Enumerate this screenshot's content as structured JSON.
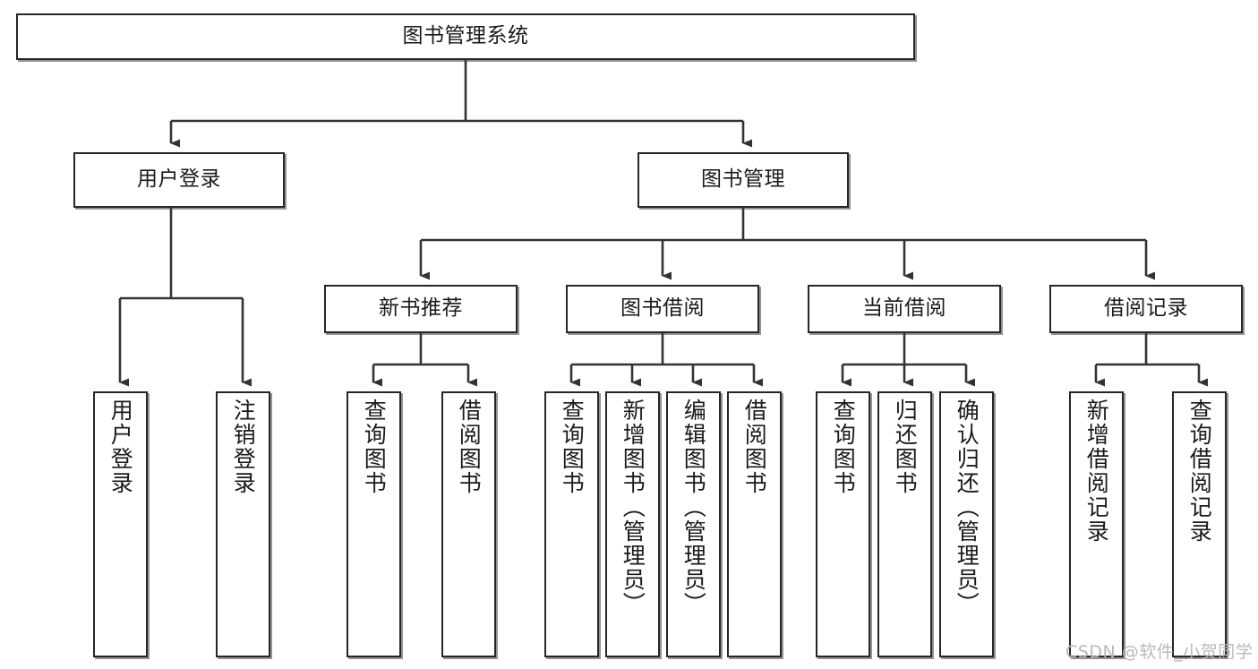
{
  "diagram": {
    "title": "图书管理系统",
    "type": "tree-hierarchy",
    "root": {
      "label": "图书管理系统"
    },
    "level2": [
      {
        "label": "用户登录"
      },
      {
        "label": "图书管理"
      }
    ],
    "level3": [
      {
        "label": "新书推荐"
      },
      {
        "label": "图书借阅"
      },
      {
        "label": "当前借阅"
      },
      {
        "label": "借阅记录"
      }
    ],
    "leaves": {
      "user_login": [
        {
          "label": "用户登录"
        },
        {
          "label": "注销登录"
        }
      ],
      "new_book_recommend": [
        {
          "label": "查询图书"
        },
        {
          "label": "借阅图书"
        }
      ],
      "book_borrow": [
        {
          "label": "查询图书"
        },
        {
          "label": "新增图书（管理员）"
        },
        {
          "label": "编辑图书（管理员）"
        },
        {
          "label": "借阅图书"
        }
      ],
      "current_borrow": [
        {
          "label": "查询图书"
        },
        {
          "label": "归还图书"
        },
        {
          "label": "确认归还（管理员）"
        }
      ],
      "borrow_record": [
        {
          "label": "新增借阅记录"
        },
        {
          "label": "查询借阅记录"
        }
      ]
    }
  },
  "watermark": {
    "text": "CSDN @软件_小贺同学"
  },
  "colors": {
    "border": "#262626",
    "background": "#ffffff",
    "text": "#1a1a1a",
    "connector": "#333333",
    "watermark": "#b9b9b9"
  }
}
